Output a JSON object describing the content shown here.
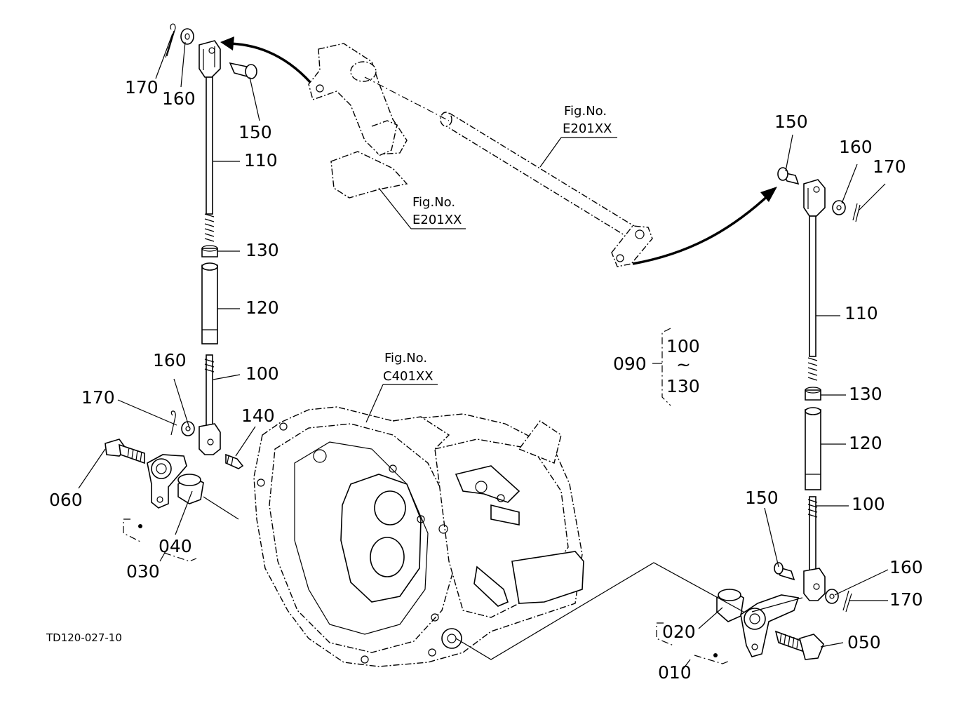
{
  "doc_code": "TD120-027-10",
  "callouts": {
    "l170_top": "170",
    "l160_top": "160",
    "l150_top": "150",
    "l110": "110",
    "l130": "130",
    "l120": "120",
    "l160_mid": "160",
    "l100": "100",
    "l170_mid": "170",
    "l140": "140",
    "l060": "060",
    "l040": "040",
    "l030": "030",
    "r150_top": "150",
    "r160_top": "160",
    "r170_top": "170",
    "r110": "110",
    "r090": "090",
    "r100_range": "100",
    "r130_range": "130",
    "r130": "130",
    "r120": "120",
    "r150_mid": "150",
    "r100": "100",
    "r160_bot": "160",
    "r170_bot": "170",
    "r020": "020",
    "r050": "050",
    "r010": "010"
  },
  "range_sep": "~",
  "fig_refs": [
    {
      "label": "Fig.No.",
      "code": "E201XX"
    },
    {
      "label": "Fig.No.",
      "code": "E201XX"
    },
    {
      "label": "Fig.No.",
      "code": "C401XX"
    }
  ]
}
